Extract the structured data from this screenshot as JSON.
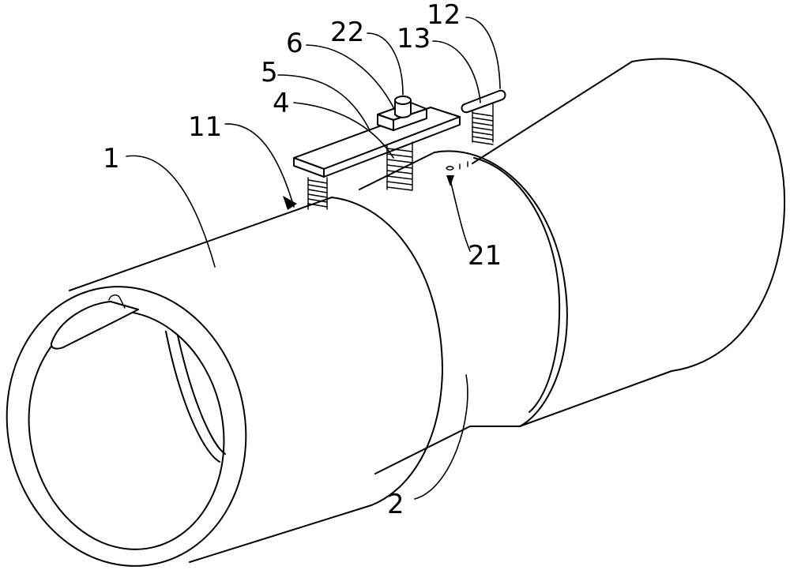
{
  "labels": {
    "l1": "1",
    "l2": "2",
    "l4": "4",
    "l5": "5",
    "l6": "6",
    "l11": "11",
    "l12": "12",
    "l13": "13",
    "l21": "21",
    "l22": "22"
  }
}
